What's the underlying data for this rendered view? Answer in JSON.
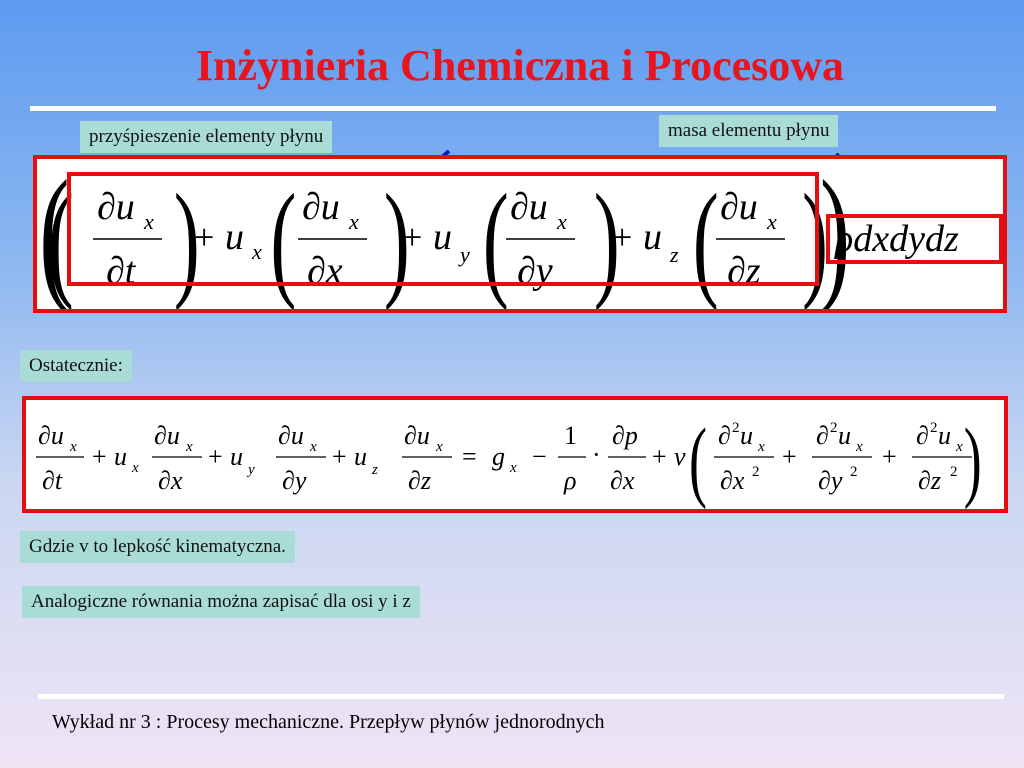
{
  "slide": {
    "title": "Inżynieria Chemiczna i Procesowa",
    "labels": {
      "acceleration": "przyśpieszenie elementy płynu",
      "mass": "masa elementu płynu",
      "finally": "Ostatecznie:",
      "viscosity": "Gdzie v to lepkość kinematyczna.",
      "analogous": "Analogiczne równania można zapisać dla osi y i z"
    },
    "footer": "Wykład nr 3  : Procesy mechaniczne.  Przepływ płynów jednorodnych"
  },
  "colors": {
    "title": "#e8141e",
    "highlight_border": "#e50d0d",
    "label_background": "#a9dcd6",
    "arrow": "#1414c8"
  },
  "icons": [
    "arrow-to-acceleration-icon",
    "arrow-to-mass-icon"
  ]
}
